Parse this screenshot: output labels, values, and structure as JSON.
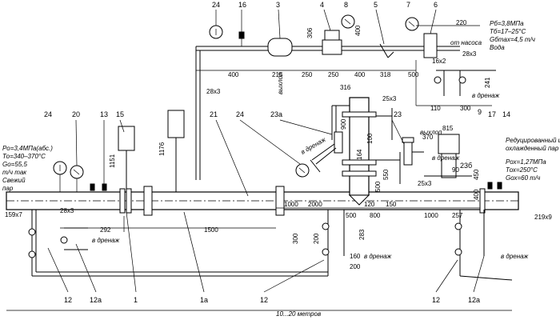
{
  "params_left": [
    "Ро=3,4МПа(абс.)",
    "То=340–370°С",
    "Gо=55,5",
    "т/ч так",
    "Свежий",
    "пар"
  ],
  "params_top_right": [
    "Рб=3,8МПа",
    "Тб=17–25°С",
    "Gбmax=4,5 т/ч",
    "Вода"
  ],
  "from_pumps": "от насоса",
  "params_right_title": [
    "Редуцированный и",
    "охлажденный пар"
  ],
  "params_right": [
    "Рох=1,27МПа",
    "Тох=250°С",
    "Gох=60 т/ч"
  ],
  "exhaust": "выхлоп",
  "drain": "в дренаж",
  "distance": "10...20 метров",
  "positions": [
    "24",
    "16",
    "3",
    "4",
    "8",
    "5",
    "7",
    "6",
    "9",
    "24",
    "20",
    "13",
    "15",
    "21",
    "24",
    "23а",
    "23",
    "23б",
    "17",
    "14",
    "12",
    "12а",
    "1",
    "1а",
    "12",
    "12",
    "12а"
  ],
  "dims": [
    "220",
    "306",
    "400",
    "16x2",
    "28x3",
    "400",
    "215",
    "250",
    "250",
    "400",
    "318",
    "500",
    "241",
    "110",
    "300",
    "316",
    "25x3",
    "28x3",
    "1176",
    "1151",
    "900",
    "164",
    "100",
    "550",
    "500",
    "120",
    "150",
    "500",
    "800",
    "1000",
    "2000",
    "1000",
    "370",
    "815",
    "90",
    "450",
    "400",
    "257",
    "25x3",
    "159x7",
    "28x3",
    "292",
    "1500",
    "300",
    "200",
    "283",
    "160",
    "200",
    "219x9"
  ]
}
